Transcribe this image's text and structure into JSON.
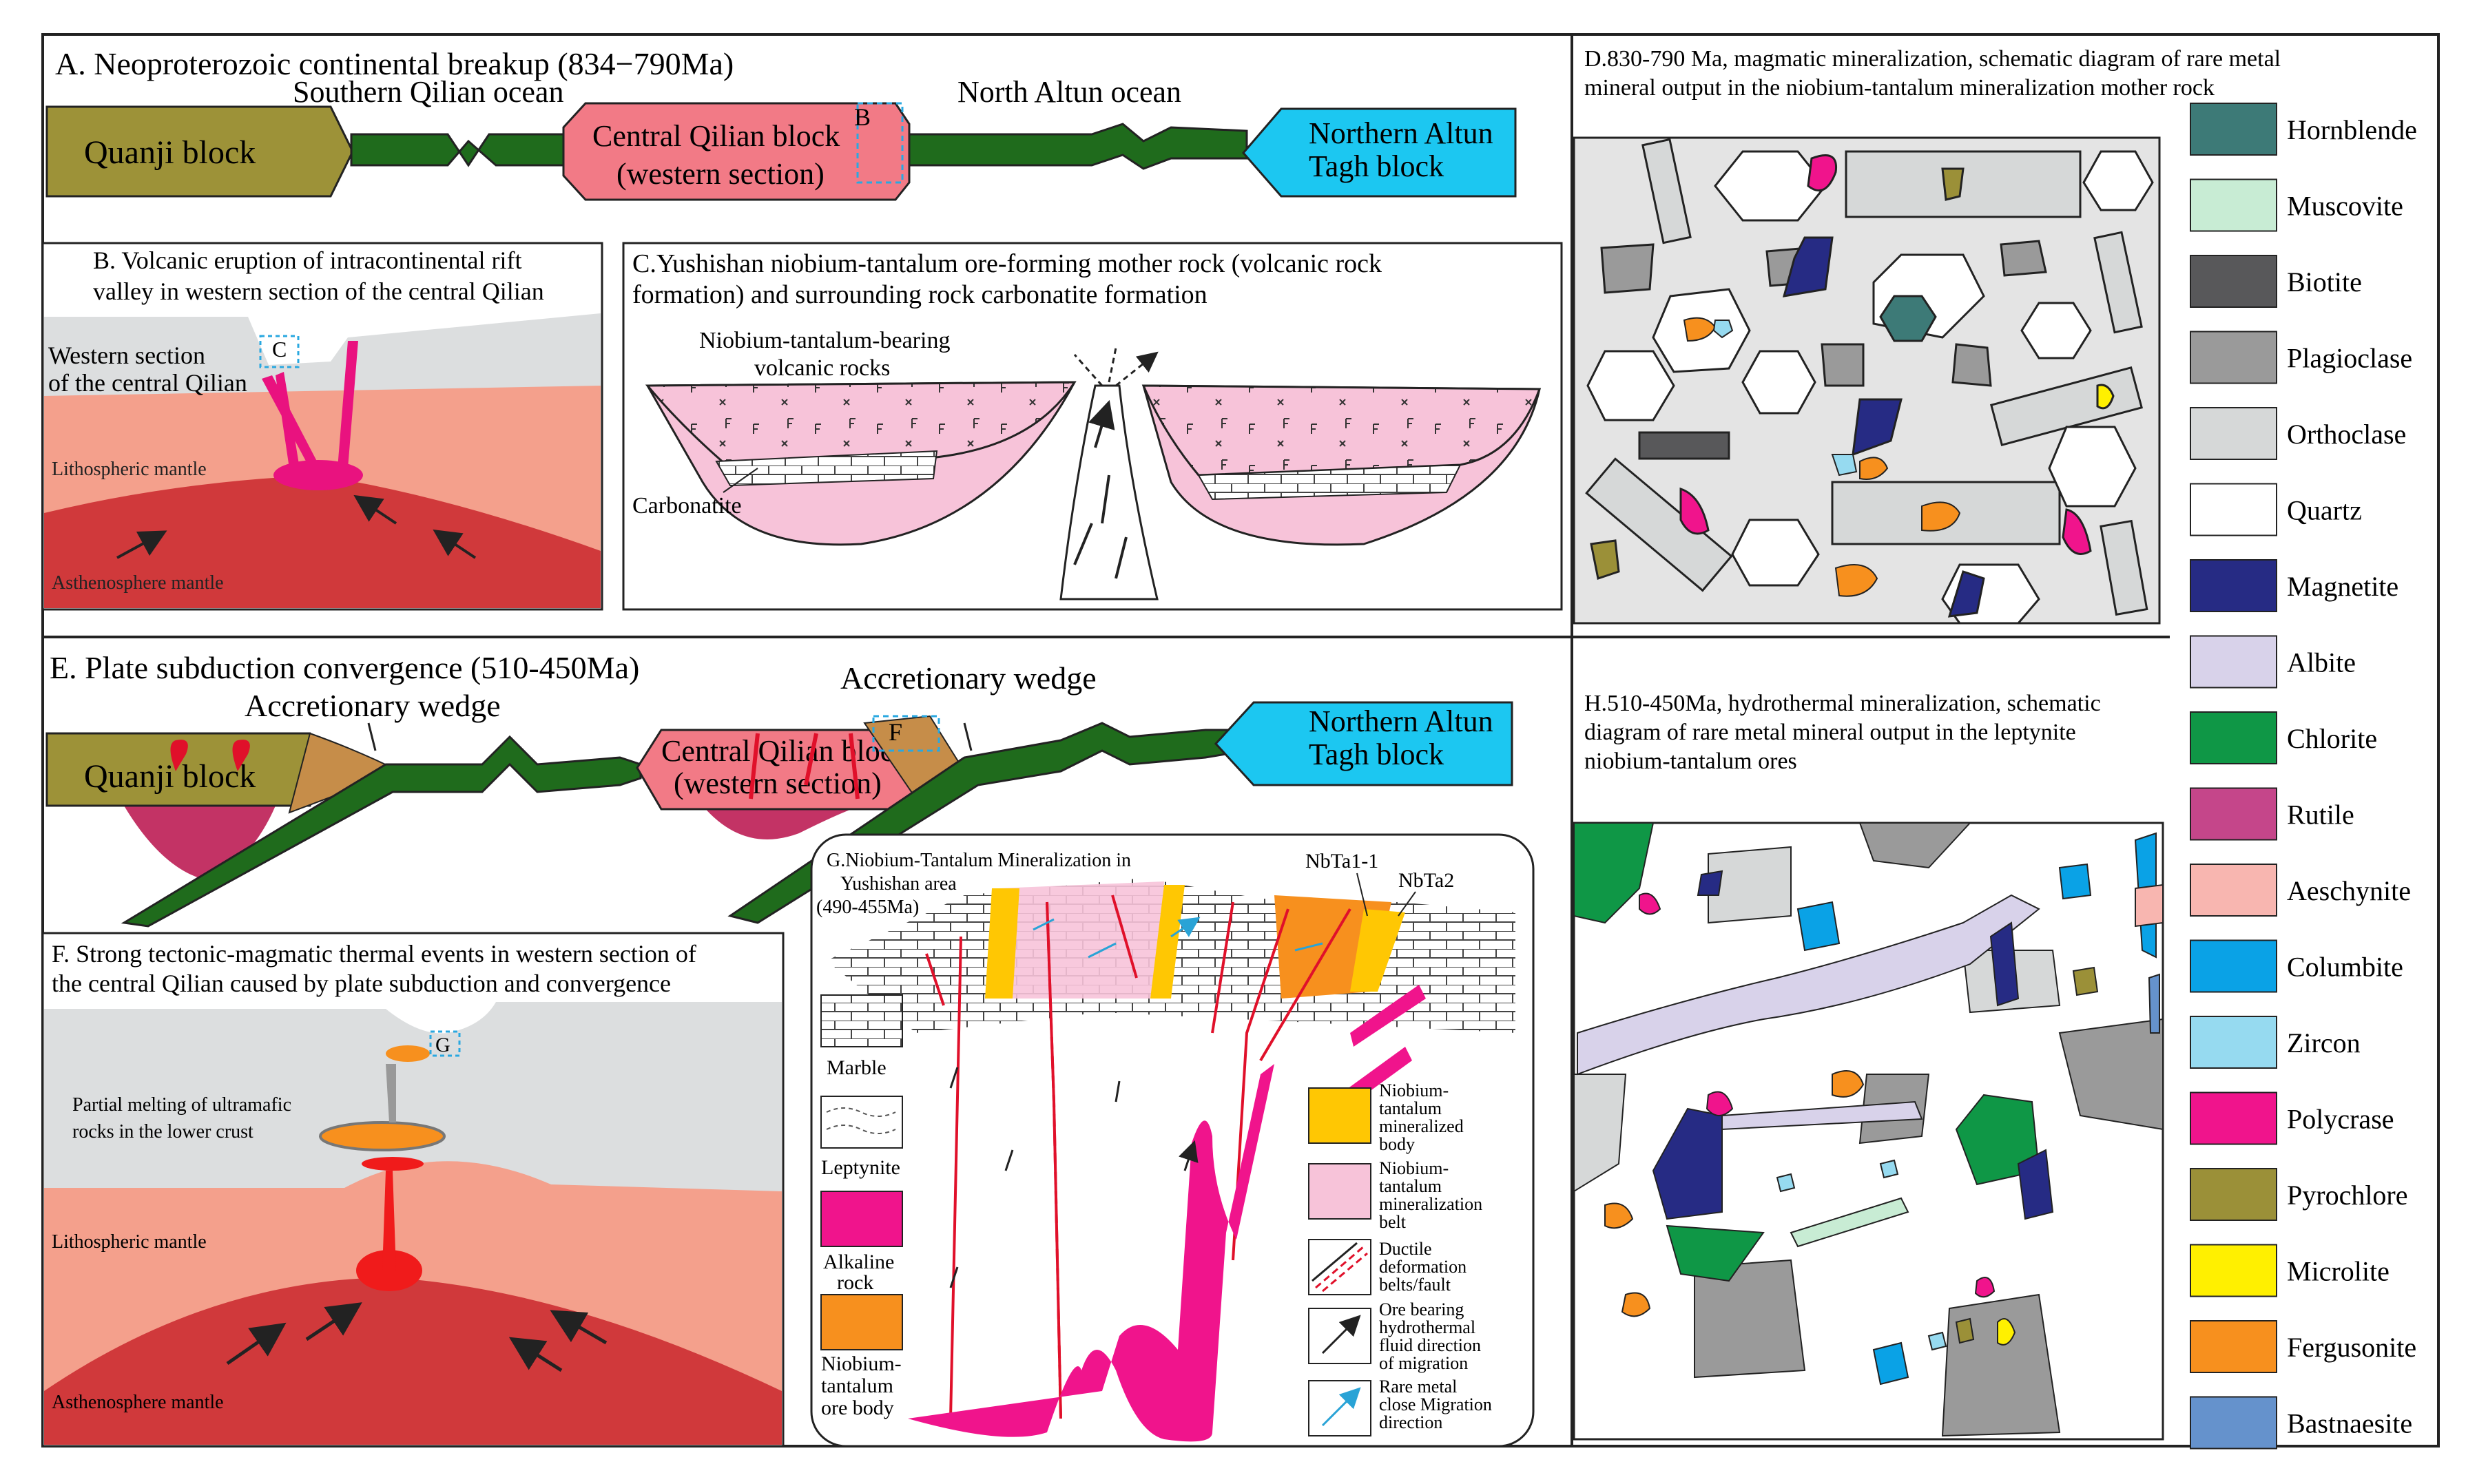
{
  "panel_a": {
    "title": "A. Neoproterozoic continental breakup (834−790Ma)",
    "quanji": "Quanji block",
    "ocean_south": "Southern Qilian ocean",
    "central_1": "Central Qilian block",
    "central_2": "(western section)",
    "marker": "B",
    "ocean_north": "North Altun ocean",
    "altun_1": "Northern Altun",
    "altun_2": "Tagh block"
  },
  "panel_b": {
    "title_1": "B.  Volcanic eruption of intracontinental rift",
    "title_2": "valley in western section of the central Qilian",
    "crust_1": "Western section",
    "crust_2": "of the central Qilian",
    "marker": "C",
    "litho": "Lithospheric mantle",
    "astheno": "Asthenosphere mantle"
  },
  "panel_c": {
    "title_1": "C.Yushishan niobium-tantalum ore-forming mother rock (volcanic rock",
    "title_2": "formation) and surrounding rock carbonatite formation",
    "volc_1": "Niobium-tantalum-bearing",
    "volc_2": "volcanic rocks",
    "carb": "Carbonatite"
  },
  "panel_d": {
    "title_1": "D.830-790 Ma, magmatic mineralization, schematic diagram of rare metal",
    "title_2": "mineral output in the niobium-tantalum mineralization mother rock"
  },
  "legend": {
    "items": [
      {
        "name": "Hornblende",
        "color": "#3d7a77"
      },
      {
        "name": "Muscovite",
        "color": "#c8ecd4"
      },
      {
        "name": "Biotite",
        "color": "#58585a"
      },
      {
        "name": "Plagioclase",
        "color": "#9a9a9a"
      },
      {
        "name": "Orthoclase",
        "color": "#d6d8d8"
      },
      {
        "name": "Quartz",
        "color": "#ffffff"
      },
      {
        "name": "Magnetite",
        "color": "#262b84"
      },
      {
        "name": "Albite",
        "color": "#d8d2ea"
      },
      {
        "name": "Chlorite",
        "color": "#0f9746"
      },
      {
        "name": "Rutile",
        "color": "#c5468a"
      },
      {
        "name": "Aeschynite",
        "color": "#f8b6b0"
      },
      {
        "name": "Columbite",
        "color": "#0aa2e6"
      },
      {
        "name": "Zircon",
        "color": "#96daf0"
      },
      {
        "name": "Polycrase",
        "color": "#f0148c"
      },
      {
        "name": "Pyrochlore",
        "color": "#9b9038"
      },
      {
        "name": "Microlite",
        "color": "#fff000"
      },
      {
        "name": "Fergusonite",
        "color": "#f7901e"
      },
      {
        "name": "Bastnaesite",
        "color": "#6592cc"
      }
    ]
  },
  "panel_e": {
    "title": "E.  Plate subduction convergence (510-450Ma)",
    "wedge_left": "Accretionary wedge",
    "wedge_right": "Accretionary wedge",
    "quanji": "Quanji block",
    "central_1": "Central Qilian block",
    "central_2": "(western section)",
    "marker": "F",
    "altun_1": "Northern Altun",
    "altun_2": "Tagh block"
  },
  "panel_f": {
    "title_1": "F.  Strong tectonic-magmatic thermal events in  western section of",
    "title_2": "the central Qilian caused by plate subduction and convergence",
    "marker": "G",
    "melt_1": "Partial melting of ultramafic",
    "melt_2": "rocks in the lower crust",
    "litho": "Lithospheric mantle",
    "astheno": "Asthenosphere mantle"
  },
  "panel_g": {
    "title_1": "G.Niobium-Tantalum Mineralization in",
    "title_2": "Yushishan area",
    "title_3": "(490-455Ma)",
    "nbta1": "NbTa1-1",
    "nbta2": "NbTa2",
    "leg_marble": "Marble",
    "leg_leptynite": "Leptynite",
    "leg_alk_1": "Alkaline",
    "leg_alk_2": "rock",
    "leg_ore_1": "Niobium-",
    "leg_ore_2": "tantalum",
    "leg_ore_3": "ore body",
    "leg_body_1": "Niobium-",
    "leg_body_2": "tantalum",
    "leg_body_3": "mineralized",
    "leg_body_4": "body",
    "leg_belt_1": "Niobium-",
    "leg_belt_2": "tantalum",
    "leg_belt_3": "mineralization",
    "leg_belt_4": "belt",
    "leg_duct_1": "Ductile",
    "leg_duct_2": "deformation",
    "leg_duct_3": "belts/fault",
    "leg_fluid_1": "Ore bearing",
    "leg_fluid_2": "hydrothermal",
    "leg_fluid_3": "fluid direction",
    "leg_fluid_4": "of migration",
    "leg_rare_1": "Rare metal",
    "leg_rare_2": "close Migration",
    "leg_rare_3": "direction"
  },
  "panel_h": {
    "title_1": "H.510-450Ma, hydrothermal mineralization, schematic",
    "title_2": "diagram of rare metal mineral output in the leptynite",
    "title_3": "niobium-tantalum ores"
  }
}
